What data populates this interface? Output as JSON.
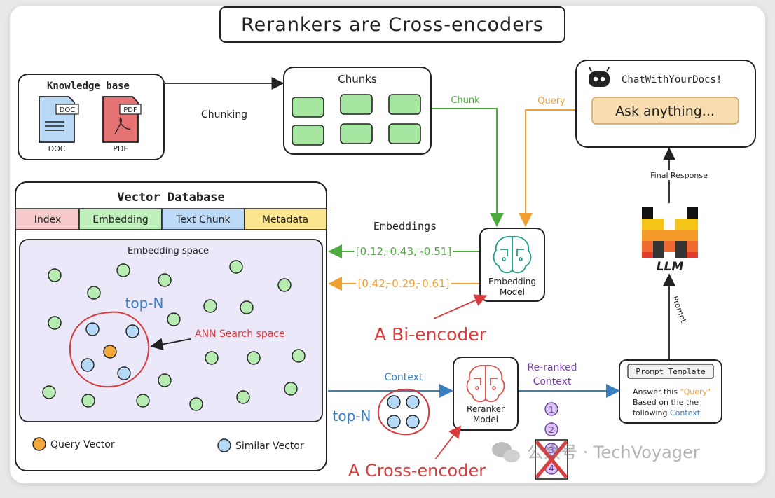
{
  "title": "Rerankers are Cross-encoders",
  "knowledge_base": {
    "title": "Knowledge base",
    "doc_tag": "DOC",
    "doc_label": "DOC",
    "pdf_tag": "PDF",
    "pdf_label": "PDF"
  },
  "chunking_label": "Chunking",
  "chunks": {
    "title": "Chunks"
  },
  "chunk_arrow_label": "Chunk",
  "query_arrow_label": "Query",
  "chat": {
    "title": "ChatWithYourDocs!",
    "input_placeholder": "Ask anything..."
  },
  "final_response_label": "Final Response",
  "llm_label": "LLM",
  "prompt_arrow_label": "Prompt",
  "vector_db": {
    "title": "Vector Database",
    "columns": [
      {
        "label": "Index",
        "color": "#f6caca"
      },
      {
        "label": "Embedding",
        "color": "#bff0bb"
      },
      {
        "label": "Text Chunk",
        "color": "#bcdaf7"
      },
      {
        "label": "Metadata",
        "color": "#fbe58e"
      }
    ],
    "space_title": "Embedding space",
    "top_n_label": "top-N",
    "ann_label": "ANN Search space",
    "legend_query": "Query Vector",
    "legend_similar": "Similar Vector"
  },
  "embeddings_label": "Embeddings",
  "vector_1": "[0.12, 0.43, -0.51]",
  "vector_2": "[0.42, 0.29, 0.61]",
  "embedding_model": {
    "line1": "Embedding",
    "line2": "Model"
  },
  "bi_encoder_label": "A Bi-encoder",
  "context_label": "Context",
  "top_n_label_2": "top-N",
  "reranker_model": {
    "line1": "Reranker",
    "line2": "Model"
  },
  "reranked_label": {
    "line1": "Re-ranked",
    "line2": "Context"
  },
  "rank_numbers": [
    "1",
    "2",
    "3",
    "4"
  ],
  "prompt_template": {
    "title": "Prompt Template",
    "line1a": "Answer this ",
    "line1b": "\"Query\"",
    "line2": "Based on the the",
    "line3a": "following ",
    "line3b": "Context"
  },
  "cross_encoder_label": "A Cross-encoder",
  "watermark": "公众号 · TechVoyager",
  "colors": {
    "green": "#4caa3f",
    "orange": "#f0a030",
    "blue": "#3a7fc4",
    "red": "#d93c3c",
    "purple": "#7a3fb0"
  }
}
